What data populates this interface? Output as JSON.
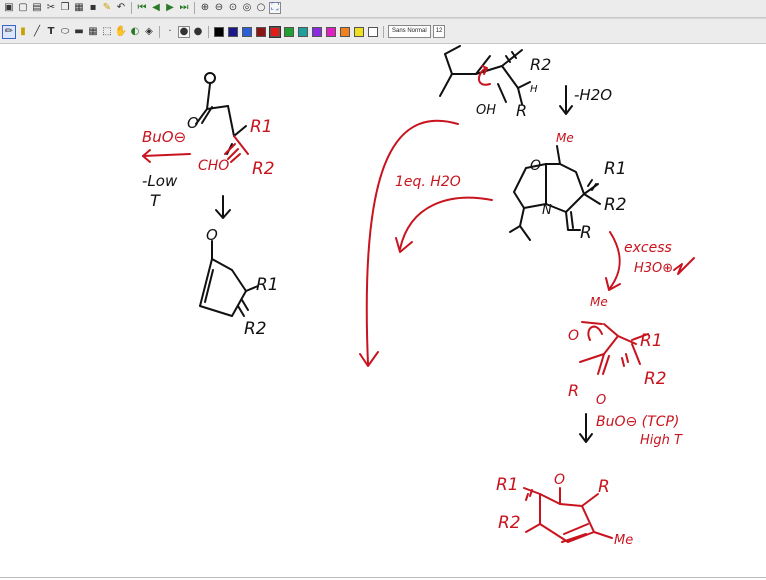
{
  "toolbar": {
    "font_name": "Sans Normal",
    "font_size": "12",
    "colors": {
      "black": "#000000",
      "navy": "#1a1a8c",
      "blue": "#2b5fd9",
      "dark_red": "#8c1414",
      "red": "#e21b1b",
      "green": "#20a030",
      "teal": "#1ea0a0",
      "purple": "#8a2be2",
      "magenta": "#e020c0",
      "orange": "#f08020",
      "yellow": "#f0e020",
      "white": "#ffffff"
    },
    "icons_row1": [
      "save-icon",
      "new-page-icon",
      "open-icon",
      "cut-icon",
      "copy-icon",
      "paste-icon",
      "delete-icon",
      "pen-icon",
      "eraser-icon",
      "first-page-icon",
      "prev-page-icon",
      "next-page-icon",
      "last-page-icon",
      "zoom-in-icon",
      "zoom-out-icon",
      "zoom-fit-icon",
      "zoom-width-icon",
      "zoom-page-icon",
      "fullscreen-icon"
    ],
    "icons_row2": [
      "pencil-icon",
      "highlighter-icon",
      "line-icon",
      "text-icon",
      "shape-icon",
      "rect-icon",
      "grid-icon",
      "select-icon",
      "hand-icon",
      "lasso-icon",
      "eraser-tool-icon",
      "dot-small-icon",
      "dot-large-icon"
    ]
  },
  "handwriting": {
    "left": {
      "top_o": "O",
      "ketone_o": "O",
      "r1": "R1",
      "r2": "R2",
      "cho": "CHO",
      "base": "BuO⊖",
      "low": "-Low",
      "t": "T",
      "product_o": "O",
      "p_r1": "R1",
      "p_r2": "R2"
    },
    "middle": {
      "label": "1eq. H2O"
    },
    "right": {
      "top_r2": "R2",
      "top_oh": "OH",
      "top_r": "R",
      "top_h": "H",
      "minus_h2o": "-H2O",
      "me": "Me",
      "o_ring": "O",
      "n_ring": "N",
      "r1": "R1",
      "r2": "R2",
      "r": "R",
      "excess": "excess",
      "h3o": "H3O⊕",
      "d_me": "Me",
      "d_o1": "O",
      "d_r1": "R1",
      "d_r2": "R2",
      "d_r": "R",
      "d_o2": "O",
      "base2": "BuO⊖ (TCP)",
      "high_t": "High T",
      "f_o": "O",
      "f_r1": "R1",
      "f_r2": "R2",
      "f_r": "R",
      "f_me": "Me"
    }
  }
}
